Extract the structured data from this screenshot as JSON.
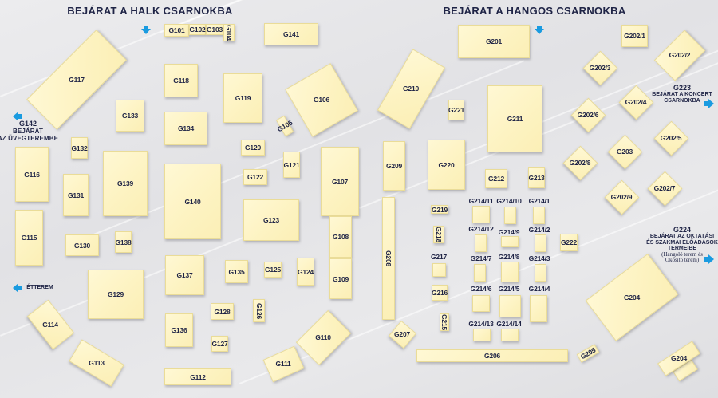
{
  "titles": {
    "quiet_hall": "BEJÁRAT A HALK CSARNOKBA",
    "loud_hall": "BEJÁRAT A HANGOS CSARNOKBA"
  },
  "entrances": {
    "g142": {
      "code": "G142",
      "line1": "BEJÁRAT",
      "line2": "AZ ÜVEGTEREMBE"
    },
    "restaurant": "ÉTTEREM",
    "g223": {
      "code": "G223",
      "line1": "BEJÁRAT A KONCERT",
      "line2": "CSARNOKBA"
    },
    "g224": {
      "code": "G224",
      "line1": "BEJÁRAT AZ OKTATÁSI",
      "line2": "ÉS SZAKMAI ELŐADÁSOK",
      "line3": "TERMEIBE",
      "line4": "(Hangoló terem és",
      "line5": "Okosító terem)"
    }
  },
  "arrow_color": "#1a9be0",
  "room_color": "#fdf3c2",
  "rooms": [
    "G101",
    "G102",
    "G103",
    "G104",
    "G141",
    "G117",
    "G118",
    "G119",
    "G106",
    "G105",
    "G133",
    "G134",
    "G120",
    "G121",
    "G107",
    "G132",
    "G116",
    "G131",
    "G139",
    "G140",
    "G122",
    "G123",
    "G108",
    "G109",
    "G115",
    "G130",
    "G138",
    "G129",
    "G137",
    "G135",
    "G125",
    "G124",
    "G128",
    "G126",
    "G136",
    "G127",
    "G112",
    "G114",
    "G113",
    "G110",
    "G111",
    "G201",
    "G202/1",
    "G202/2",
    "G202/3",
    "G210",
    "G221",
    "G211",
    "G202/4",
    "G202/6",
    "G202/5",
    "G203",
    "G202/8",
    "G202/7",
    "G202/9",
    "G209",
    "G220",
    "G212",
    "G213",
    "G208",
    "G219",
    "G218",
    "G217",
    "G216",
    "G215",
    "G214/11",
    "G214/10",
    "G214/1",
    "G214/12",
    "G214/9",
    "G214/2",
    "G214/7",
    "G214/8",
    "G214/3",
    "G214/6",
    "G214/5",
    "G214/4",
    "G214/13",
    "G214/14",
    "G222",
    "G204",
    "G207",
    "G206",
    "G205",
    "G204"
  ]
}
